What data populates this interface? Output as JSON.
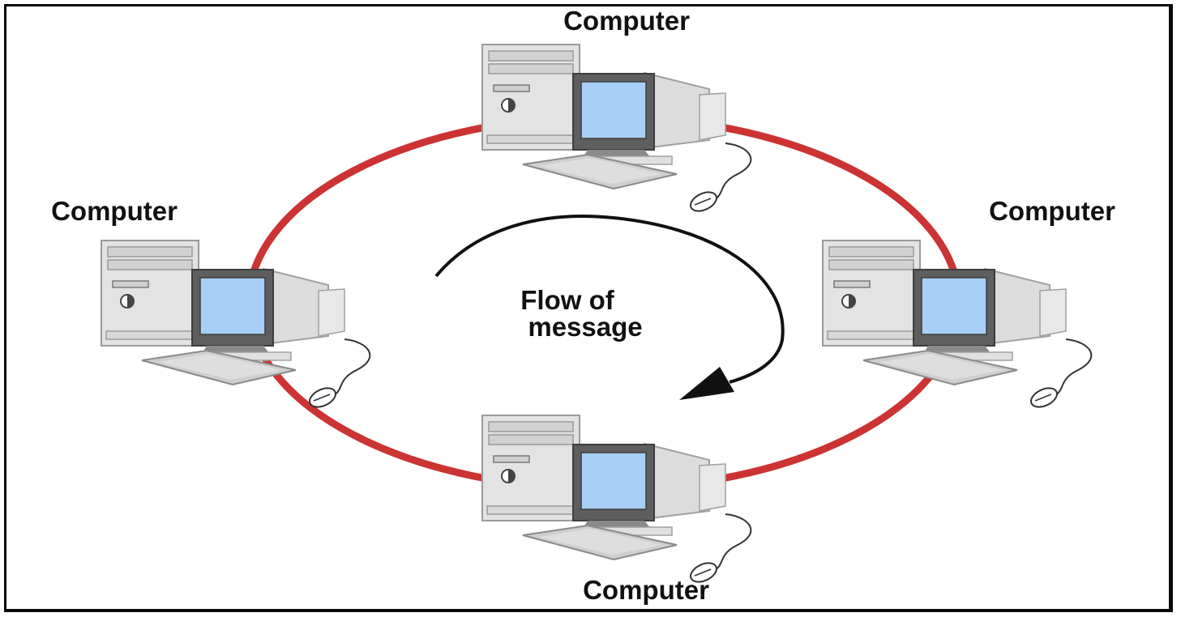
{
  "diagram": {
    "node_label": "Computer",
    "nodes": [
      {
        "id": "top",
        "label": "Computer"
      },
      {
        "id": "left",
        "label": "Computer"
      },
      {
        "id": "right",
        "label": "Computer"
      },
      {
        "id": "bottom",
        "label": "Computer"
      }
    ],
    "flow_label_line1": "Flow of",
    "flow_label_line2": "message",
    "colors": {
      "ring": "#cc3333",
      "screen": "#a7cff5",
      "monitor_dark": "#5e5e5e",
      "case": "#e3e3e3",
      "arrow": "#111111"
    }
  }
}
